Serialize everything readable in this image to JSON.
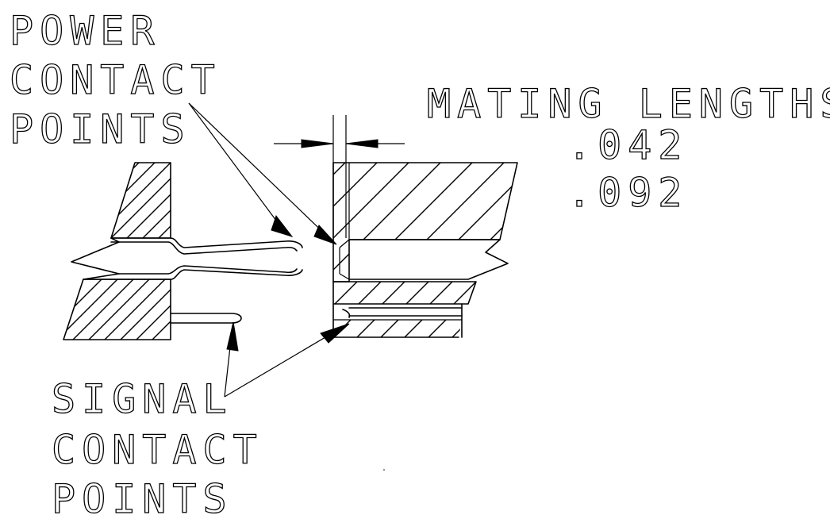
{
  "labels": {
    "power_line1": "POWER",
    "power_line2": "CONTACT",
    "power_line3": "POINTS",
    "mating_title": "MATING LENGTHS",
    "mating_value1": ".042",
    "mating_value2": ".092",
    "signal_line1": "SIGNAL",
    "signal_line2": "CONTACT",
    "signal_line3": "POINTS"
  },
  "colors": {
    "ink": "#000000",
    "paper": "#ffffff"
  }
}
